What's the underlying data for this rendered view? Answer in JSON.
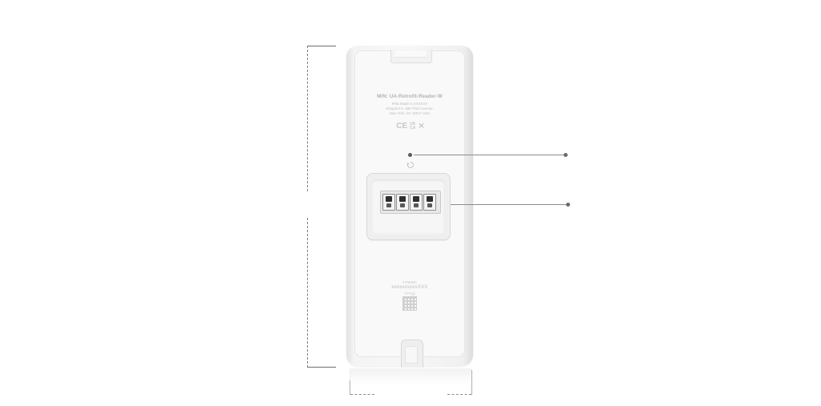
{
  "device": {
    "model_label": "M/N: UA-Retrofit-Reader-W",
    "spec_lines": [
      "IP55  Made in XXXXXX",
      "Ubiquiti Inc. 685 Third Avenue,",
      "New York, NY 10017 USA"
    ],
    "certifications": {
      "ce": "CE",
      "ukca_top": "UK",
      "ukca_bottom": "CA",
      "weee": "⨯"
    },
    "lower_label": {
      "line1": "YYWWC",
      "line2": "xxxxxxxxxxXXX",
      "line3": "YYYyy"
    }
  },
  "colors": {
    "background": "#ffffff",
    "device_body": "#f7f7f7",
    "callout": "#6b6b6b"
  },
  "icons": [
    "reset-icon",
    "qr-code-icon",
    "weee-bin-icon"
  ]
}
